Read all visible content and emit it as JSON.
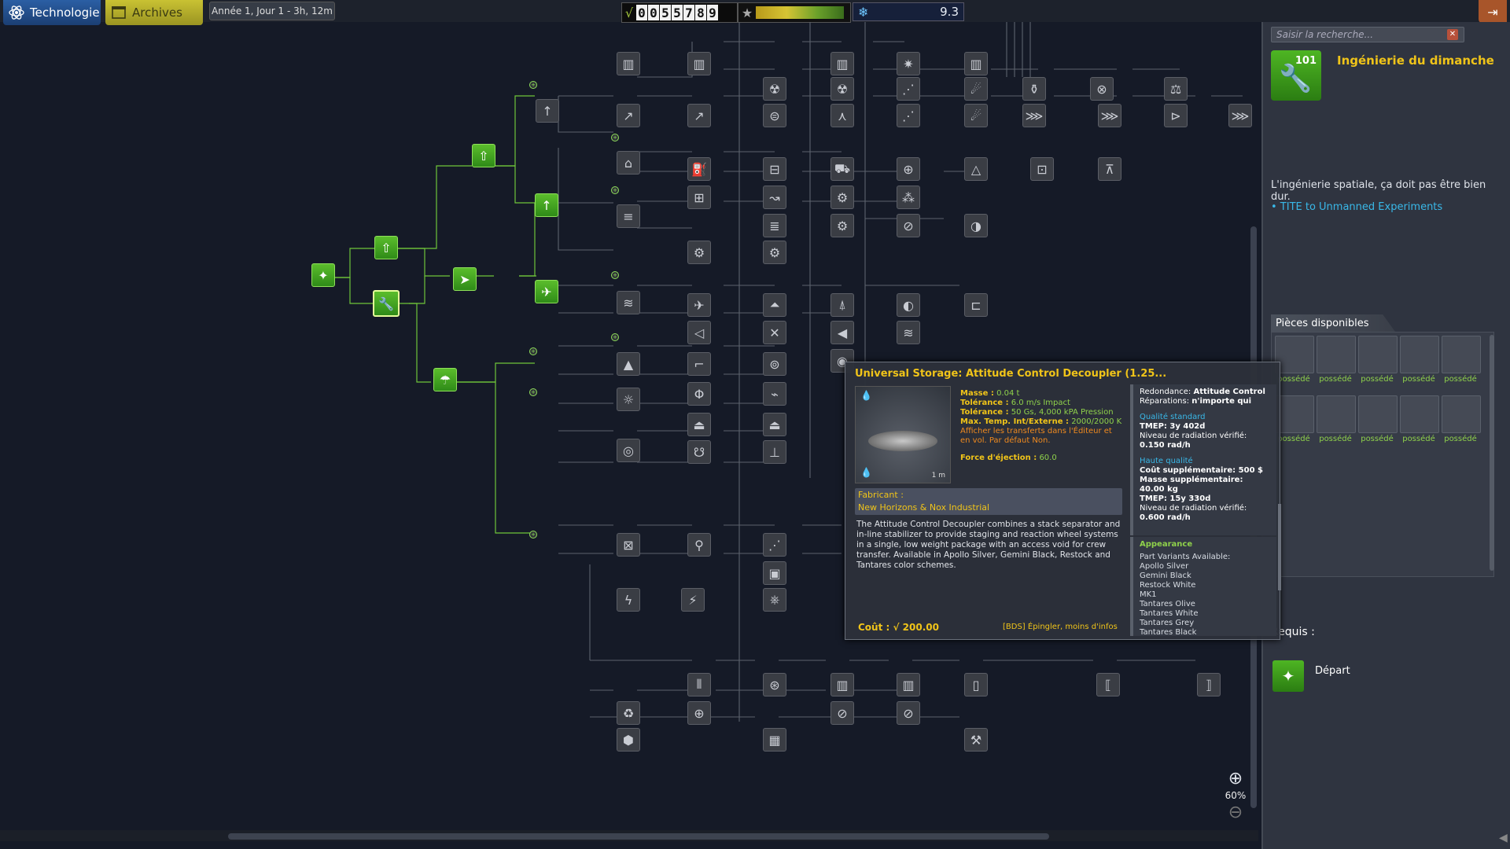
{
  "topbar": {
    "tab_tech": "Technologie",
    "tab_archives": "Archives",
    "date": "Année 1, Jour  1 - 3h, 12m",
    "funds_symbol": "√",
    "funds_digits": [
      "0",
      "0",
      "5",
      "5",
      "7",
      "8",
      "9"
    ],
    "science_value": "9.3"
  },
  "panel": {
    "search_placeholder": "Saisir la recherche...",
    "tech_cost": "101",
    "tech_name": "Ingénierie du dimanche",
    "tech_description": "L'ingénierie spatiale, ça doit pas être bien dur.",
    "tech_link": "• TITE to Unmanned Experiments",
    "parts_title": "Pièces disponibles",
    "parts_label": "possédé",
    "required_title": "Requis :",
    "required_name": "Départ"
  },
  "zoom": {
    "level": "60%"
  },
  "tooltip": {
    "title": "Universal Storage: Attitude Control Decoupler (1.25...",
    "image_size": "1 m",
    "mass_label": "Masse :",
    "mass_value": "0.04 t",
    "tol1_label": "Tolérance :",
    "tol1_value": "6.0 m/s Impact",
    "tol2_label": "Tolérance :",
    "tol2_value": "50 Gs, 4,000 kPA Pression",
    "temp_label": "Max. Temp. Int/Externe :",
    "temp_value": "2000/2000 K",
    "warning": "Afficher les transferts dans l'Éditeur et en vol. Par défaut Non.",
    "eject_label": "Force d'éjection :",
    "eject_value": "60.0",
    "maker_label": "Fabricant :",
    "maker_name": "New Horizons & Nox Industrial",
    "description": "The Attitude Control Decoupler combines a stack separator and in-line stabilizer to provide staging and reaction wheel systems in a single, low weight package with an access void for crew transfer.  Available in Apollo Silver, Gemini Black, Restock and Tantares color schemes.",
    "cost": "Coût : √ 200.00",
    "pin": "[BDS] Épingler, moins d'infos",
    "redundancy_label": "Redondance:",
    "redundancy_value": "Attitude Control",
    "repairs_label": "Réparations:",
    "repairs_value": "n'importe qui",
    "std_title": "Qualité standard",
    "std_tmep": "TMEP: 3y 402d",
    "std_rad_label": "Niveau de radiation vérifié:",
    "std_rad_value": "0.150 rad/h",
    "hq_title": "Haute qualité",
    "hq_cost": "Coût supplémentaire: 500 $",
    "hq_mass": "Masse supplémentaire: 40.00 kg",
    "hq_tmep": "TMEP: 15y 330d",
    "hq_rad_label": "Niveau de radiation vérifié:",
    "hq_rad_value": "0.600 rad/h",
    "appearance_title": "Appearance",
    "variants_label": "Part Variants Available:",
    "variants": [
      "Apollo Silver",
      "Gemini Black",
      "Restock White",
      "MK1",
      "Tantares Olive",
      "Tantares White",
      "Tantares Grey",
      "Tantares Black"
    ]
  }
}
